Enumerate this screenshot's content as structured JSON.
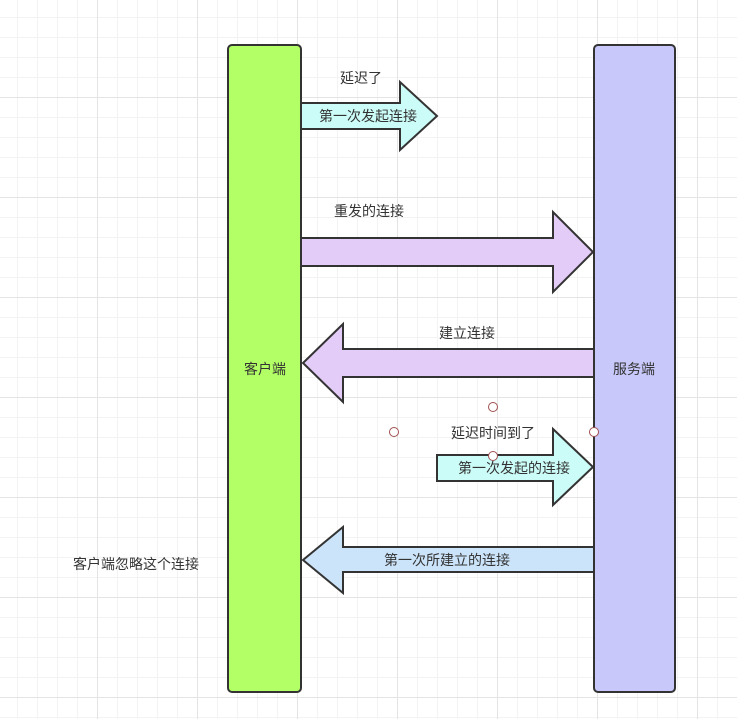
{
  "client": {
    "label": "客户端",
    "color": "#b3ff66"
  },
  "server": {
    "label": "服务端",
    "color": "#c8c8fa"
  },
  "arrows": {
    "first_request": {
      "label": "第一次发起连接",
      "color": "#ccfcf8"
    },
    "resend": {
      "label": "重发的连接",
      "color": "#e4ccf8"
    },
    "establish": {
      "label": "建立连接",
      "color": "#e4ccf8"
    },
    "first_request_arrived": {
      "label": "第一次发起的连接",
      "color": "#ccfcf8"
    },
    "first_established": {
      "label": "第一次所建立的连接",
      "color": "#cce4fa"
    }
  },
  "notes": {
    "delayed": "延迟了",
    "delay_time_up": "延迟时间到了",
    "client_ignores": "客户端忽略这个连接"
  }
}
